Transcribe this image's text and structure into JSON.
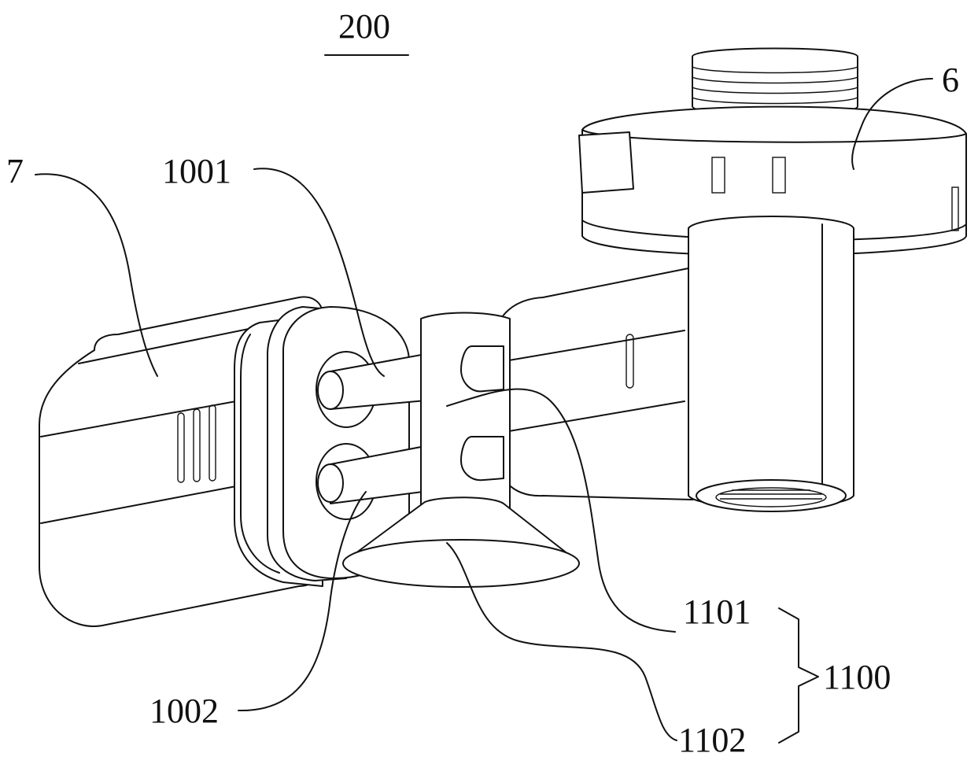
{
  "figure_number": "200",
  "labels": {
    "part_6": "6",
    "part_7": "7",
    "part_1001": "1001",
    "part_1002": "1002",
    "part_1101": "1101",
    "part_1102": "1102",
    "part_1100": "1100"
  }
}
